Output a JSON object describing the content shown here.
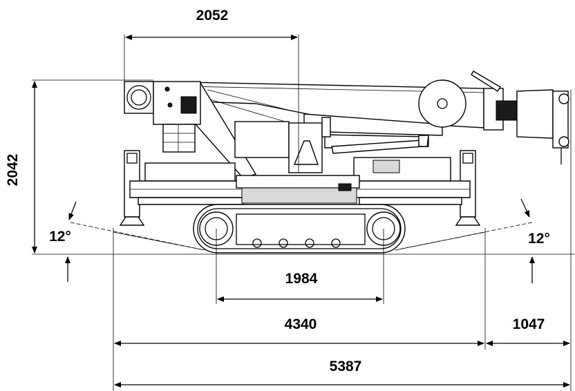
{
  "dimensions": {
    "top_width": "2052",
    "height": "2042",
    "track_centers": "1984",
    "outrigger_span": "4340",
    "rear_overhang": "1047",
    "overall_length": "5387",
    "left_angle": "12°",
    "right_angle": "12°"
  },
  "colors": {
    "line": "#000000",
    "background": "#ffffff",
    "fill": "#d9d9d9"
  },
  "icons": {
    "arrow": "filled-triangle-arrowhead"
  }
}
